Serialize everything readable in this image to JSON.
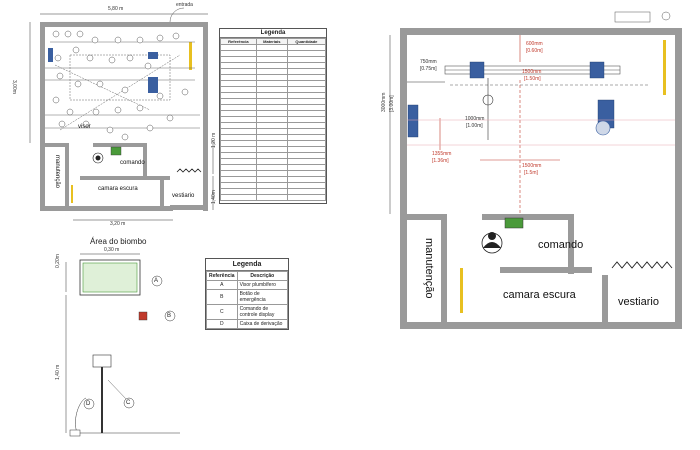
{
  "plan_left": {
    "dim_top": "5,80 m",
    "entrance": "entrada",
    "dim_left": "3,00m",
    "visor": "visor",
    "comando": "comando",
    "manutencao": "manutenção",
    "camara_escura": "camara escura",
    "vestiario": "vestiario",
    "dim_bottom": "3,20 m",
    "dim_right_top": "1,20 m",
    "dim_right_bottom": "1,40m"
  },
  "legend_main": {
    "title": "Legenda",
    "headers": [
      "Referência",
      "Materiais",
      "Quantidade"
    ],
    "row_count": 26
  },
  "biombo": {
    "title": "Área do biombo",
    "width": "0,30 m",
    "height_top": "0,20m",
    "height_bottom": "1,40 m",
    "markers": [
      "A",
      "B",
      "C",
      "D"
    ]
  },
  "legend_small": {
    "title": "Legenda",
    "headers": [
      "Referência",
      "Descrição"
    ],
    "rows": [
      [
        "A",
        "Visor plumbífero"
      ],
      [
        "B",
        "Botão de emergência"
      ],
      [
        "C",
        "Comando de controle display"
      ],
      [
        "D",
        "Caixa de derivação"
      ]
    ]
  },
  "plan_right": {
    "dim_left_mm": "3000mm",
    "dim_left_m": "[3.00m]",
    "d750": "750mm",
    "d750m": "[0.75m]",
    "d600": "600mm",
    "d600m": "[0.60m]",
    "d1500a": "1500mm",
    "d1500am": "[1.50m]",
    "d1000": "1000mm",
    "d1000m": "[1.00m]",
    "d1355": "1355mm",
    "d1355m": "[1.36m]",
    "d1500b": "1500mm",
    "d1500bm": "[1.5m]",
    "comando": "comando",
    "manutencao": "manutenção",
    "camara_escura": "camara escura",
    "vestiario": "vestiario"
  },
  "colors": {
    "wall": "#9a9a9a",
    "wall_dark": "#6f6f6f",
    "red_dim": "#c0392b",
    "yellow": "#e8c020",
    "green": "#4a9a3a",
    "blue_equipment": "#3a5fa0"
  }
}
